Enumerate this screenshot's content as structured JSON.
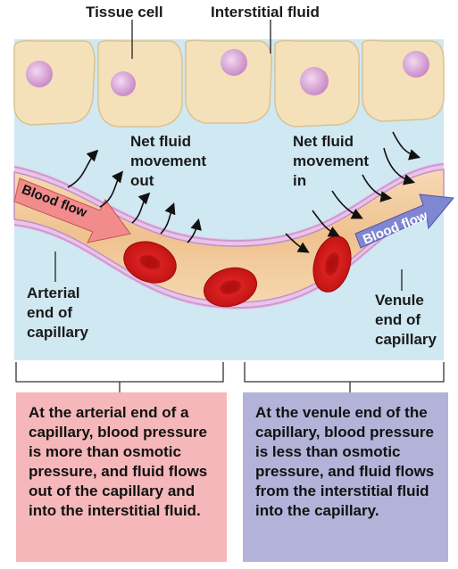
{
  "labels": {
    "tissue_cell": "Tissue cell",
    "interstitial_fluid": "Interstitial fluid",
    "net_out": "Net fluid\nmovement\nout",
    "net_in": "Net fluid\nmovement\nin",
    "blood_flow_left": "Blood flow",
    "blood_flow_right": "Blood flow",
    "arterial_end": "Arterial\nend of\ncapillary",
    "venule_end": "Venule\nend of\ncapillary"
  },
  "boxes": {
    "arterial_text": "At the arterial end of a capillary, blood pressure is more than osmotic pressure, and fluid flows out of the capillary and into the interstitial fluid.",
    "venule_text": "At the venule end of the capillary, blood pressure is less than osmotic pressure, and fluid flows from the interstitial fluid into the capillary."
  },
  "colors": {
    "fluid": "#cfe8f2",
    "cell": "#f6e3bd",
    "nucleus": "#d9a6d6",
    "vessel": "#f0c79a",
    "vessel_wall": "#d6a1d8",
    "rbc": "#d41b1b",
    "arterial_box": "#f5b7b9",
    "venule_box": "#b3b3d9",
    "arrow_left": "#f28c8c",
    "arrow_right": "#7f86d2"
  }
}
